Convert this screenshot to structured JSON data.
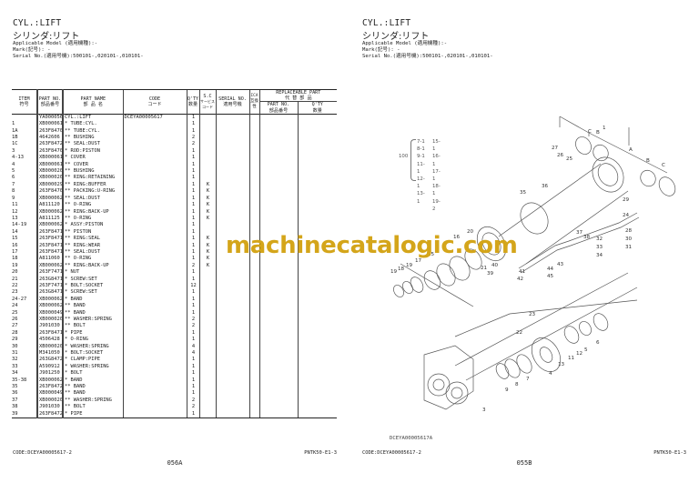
{
  "left_page": {
    "title_en": "CYL.:LIFT",
    "title_jp": "シリンダ:リフト",
    "applicable_model": "Applicable Model (適用機種):-",
    "mark": "Mark(記号): -",
    "serial_no": "Serial No.(適用号機):500101-,020101-,010101-",
    "table": {
      "headers": {
        "item": "ITEM",
        "item_jp": "符号",
        "part_no": "PART NO.",
        "part_no_jp": "部品番号",
        "part_name": "PART NAME",
        "part_name_jp": "部 品 名",
        "code": "CODE",
        "code_jp": "コード",
        "qty": "Q'TY",
        "qty_jp": "数量",
        "sc": "S.C",
        "sc_jp": "サービスコード",
        "serial": "SERIAL NO.",
        "serial_jp": "適用号機",
        "ica": "ICA",
        "ica_jp": "互換性",
        "replaceable": "REPLACEABLE PART",
        "replaceable_jp": "代 替 部 品",
        "rep_part_no": "PART NO.",
        "rep_part_no_jp": "部品番号",
        "rep_qty": "Q'TY",
        "rep_qty_jp": "数量"
      },
      "rows": [
        {
          "item": "",
          "part_no": "YA00005617",
          "name": "CYL.:LIFT",
          "code": "DCEYA00005617",
          "qty": "1",
          "sc": ""
        },
        {
          "item": "1",
          "part_no": "XB00006195",
          "name": "* TUBE:CYL.",
          "code": "",
          "qty": "1",
          "sc": ""
        },
        {
          "item": "1A",
          "part_no": "263F847011",
          "name": "** TUBE:CYL.",
          "code": "",
          "qty": "1",
          "sc": ""
        },
        {
          "item": "1B",
          "part_no": "4642606",
          "name": "** BUSHING",
          "code": "",
          "qty": "2",
          "sc": ""
        },
        {
          "item": "1C",
          "part_no": "263F847221",
          "name": "** SEAL:DUST",
          "code": "",
          "qty": "2",
          "sc": ""
        },
        {
          "item": "3",
          "part_no": "263F847021",
          "name": "* ROD:PISTON",
          "code": "",
          "qty": "1",
          "sc": ""
        },
        {
          "item": "4-13",
          "part_no": "XB00006197",
          "name": "* COVER",
          "code": "",
          "qty": "1",
          "sc": ""
        },
        {
          "item": "4",
          "part_no": "XB00006198",
          "name": "** COVER",
          "code": "",
          "qty": "1",
          "sc": ""
        },
        {
          "item": "5",
          "part_no": "XB00002087",
          "name": "** BUSHING",
          "code": "",
          "qty": "1",
          "sc": ""
        },
        {
          "item": "6",
          "part_no": "XB00002088",
          "name": "** RING:RETAINING",
          "code": "",
          "qty": "1",
          "sc": ""
        },
        {
          "item": "7",
          "part_no": "XB00002957",
          "name": "** RING:BUFFER",
          "code": "",
          "qty": "1",
          "sc": "K"
        },
        {
          "item": "8",
          "part_no": "263F847071",
          "name": "** PACKING:U-RING",
          "code": "",
          "qty": "1",
          "sc": "K"
        },
        {
          "item": "9",
          "part_no": "XB00006200",
          "name": "** SEAL:DUST",
          "code": "",
          "qty": "1",
          "sc": "K"
        },
        {
          "item": "11",
          "part_no": "A811120",
          "name": "** O-RING",
          "code": "",
          "qty": "1",
          "sc": "K"
        },
        {
          "item": "12",
          "part_no": "XB00006201",
          "name": "** RING:BACK-UP",
          "code": "",
          "qty": "1",
          "sc": "K"
        },
        {
          "item": "13",
          "part_no": "A811125",
          "name": "** O-RING",
          "code": "",
          "qty": "1",
          "sc": "K"
        },
        {
          "item": "14-19",
          "part_no": "XB00006202",
          "name": "* ASSY:PISTON",
          "code": "",
          "qty": "1",
          "sc": ""
        },
        {
          "item": "14",
          "part_no": "263F847111",
          "name": "** PISTON",
          "code": "",
          "qty": "1",
          "sc": ""
        },
        {
          "item": "15",
          "part_no": "263F847121",
          "name": "** RING:SEAL",
          "code": "",
          "qty": "1",
          "sc": "K"
        },
        {
          "item": "16",
          "part_no": "263F847131",
          "name": "** RING:WEAR",
          "code": "",
          "qty": "1",
          "sc": "K"
        },
        {
          "item": "17",
          "part_no": "263F847141",
          "name": "** SEAL:DUST",
          "code": "",
          "qty": "1",
          "sc": "K"
        },
        {
          "item": "18",
          "part_no": "A811060",
          "name": "** O-RING",
          "code": "",
          "qty": "1",
          "sc": "K"
        },
        {
          "item": "19",
          "part_no": "XB00006207",
          "name": "** RING:BACK-UP",
          "code": "",
          "qty": "2",
          "sc": "K"
        },
        {
          "item": "20",
          "part_no": "263F747161",
          "name": "* NUT",
          "code": "",
          "qty": "1",
          "sc": ""
        },
        {
          "item": "21",
          "part_no": "263G847171",
          "name": "* SCREW:SET",
          "code": "",
          "qty": "1",
          "sc": ""
        },
        {
          "item": "22",
          "part_no": "263F747171",
          "name": "* BOLT:SOCKET",
          "code": "",
          "qty": "12",
          "sc": ""
        },
        {
          "item": "23",
          "part_no": "263G847181",
          "name": "* SCREW:SET",
          "code": "",
          "qty": "1",
          "sc": ""
        },
        {
          "item": "24-27",
          "part_no": "XB00006210",
          "name": "* BAND",
          "code": "",
          "qty": "1",
          "sc": ""
        },
        {
          "item": "24",
          "part_no": "XB00006211",
          "name": "** BAND",
          "code": "",
          "qty": "1",
          "sc": ""
        },
        {
          "item": "25",
          "part_no": "XB00004920",
          "name": "** BAND",
          "code": "",
          "qty": "1",
          "sc": ""
        },
        {
          "item": "26",
          "part_no": "XB00002033",
          "name": "** WASHER:SPRING",
          "code": "",
          "qty": "2",
          "sc": ""
        },
        {
          "item": "27",
          "part_no": "J901030",
          "name": "** BOLT",
          "code": "",
          "qty": "2",
          "sc": ""
        },
        {
          "item": "28",
          "part_no": "263F847191",
          "name": "* PIPE",
          "code": "",
          "qty": "1",
          "sc": ""
        },
        {
          "item": "29",
          "part_no": "4506428",
          "name": "* O-RING",
          "code": "",
          "qty": "1",
          "sc": ""
        },
        {
          "item": "30",
          "part_no": "XB00002033",
          "name": "* WASHER:SPRING",
          "code": "",
          "qty": "4",
          "sc": ""
        },
        {
          "item": "31",
          "part_no": "M341050",
          "name": "* BOLT:SOCKET",
          "code": "",
          "qty": "4",
          "sc": ""
        },
        {
          "item": "32",
          "part_no": "263G847221",
          "name": "* CLAMP:PIPE",
          "code": "",
          "qty": "1",
          "sc": ""
        },
        {
          "item": "33",
          "part_no": "A590912",
          "name": "* WASHER:SPRING",
          "code": "",
          "qty": "1",
          "sc": ""
        },
        {
          "item": "34",
          "part_no": "J901250",
          "name": "* BOLT",
          "code": "",
          "qty": "1",
          "sc": ""
        },
        {
          "item": "35-38",
          "part_no": "XB00006213",
          "name": "* BAND",
          "code": "",
          "qty": "1",
          "sc": ""
        },
        {
          "item": "35",
          "part_no": "263F847201",
          "name": "** BAND",
          "code": "",
          "qty": "1",
          "sc": ""
        },
        {
          "item": "36",
          "part_no": "XB00004920",
          "name": "** BAND",
          "code": "",
          "qty": "1",
          "sc": ""
        },
        {
          "item": "37",
          "part_no": "XB00002033",
          "name": "** WASHER:SPRING",
          "code": "",
          "qty": "2",
          "sc": ""
        },
        {
          "item": "38",
          "part_no": "J901030",
          "name": "** BOLT",
          "code": "",
          "qty": "2",
          "sc": ""
        },
        {
          "item": "39",
          "part_no": "263F847211",
          "name": "* PIPE",
          "code": "",
          "qty": "1",
          "sc": ""
        }
      ]
    },
    "footer_code": "CODE:DCEYA00005617-2",
    "footer_pn": "PNTK50-E1-3",
    "page_number": "056A"
  },
  "right_page": {
    "title_en": "CYL.:LIFT",
    "title_jp": "シリンダ:リフト",
    "applicable_model": "Applicable Model (適用機種):-",
    "mark": "Mark(記号): -",
    "serial_no": "Serial No.(適用号機):500101-,020101-,010101-",
    "kit_legend": {
      "ref": "100",
      "col1": [
        "7-1",
        "8-1",
        "9-1",
        "11-1",
        "12-1",
        "13-1"
      ],
      "col2": [
        "15-1",
        "16-1",
        "17-1",
        "18-1",
        "19-2"
      ]
    },
    "diagram_labels": [
      "1",
      "A",
      "B",
      "C",
      "3",
      "4",
      "5",
      "6",
      "7",
      "8",
      "9",
      "11",
      "12",
      "13",
      "15",
      "16",
      "17",
      "18",
      "19",
      "20",
      "21",
      "22",
      "23",
      "24",
      "25",
      "26",
      "27",
      "28",
      "29",
      "30",
      "31",
      "32",
      "33",
      "34",
      "35",
      "36",
      "37",
      "38",
      "39",
      "40",
      "41",
      "42",
      "43",
      "44",
      "45"
    ],
    "diagram_code": "DCEYA00005617A",
    "footer_code": "CODE:DCEYA00005617-2",
    "footer_pn": "PNTK50-E1-3",
    "page_number": "055B"
  },
  "watermark": {
    "text": "machinecatalogic.com",
    "color": "#d4a51a"
  }
}
